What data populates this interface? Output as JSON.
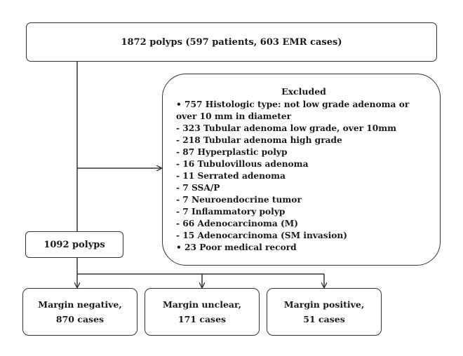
{
  "flow": {
    "top": "1872 polyps (597 patients, 603 EMR cases)",
    "middle": "1092 polyps",
    "excluded": {
      "title": "Excluded",
      "lines": [
        "• 757 Histologic type: not low grade adenoma or over 10 mm in diameter",
        " - 323 Tubular adenoma low grade, over 10mm",
        " - 218 Tubular adenoma high grade",
        " - 87 Hyperplastic polyp",
        " - 16 Tubulovillous adenoma",
        " - 11 Serrated adenoma",
        " - 7 SSA/P",
        " - 7 Neuroendocrine tumor",
        " - 7 Inflammatory polyp",
        " - 66 Adenocarcinoma (M)",
        " - 15 Adenocarcinoma (SM invasion)",
        "•  23 Poor medical record"
      ]
    },
    "outcomes": [
      {
        "line1": "Margin negative,",
        "line2": "870 cases"
      },
      {
        "line1": "Margin unclear,",
        "line2": "171 cases"
      },
      {
        "line1": "Margin positive,",
        "line2": "51 cases"
      }
    ]
  },
  "colors": {
    "line": "#333333",
    "text": "#1a1a1a"
  }
}
